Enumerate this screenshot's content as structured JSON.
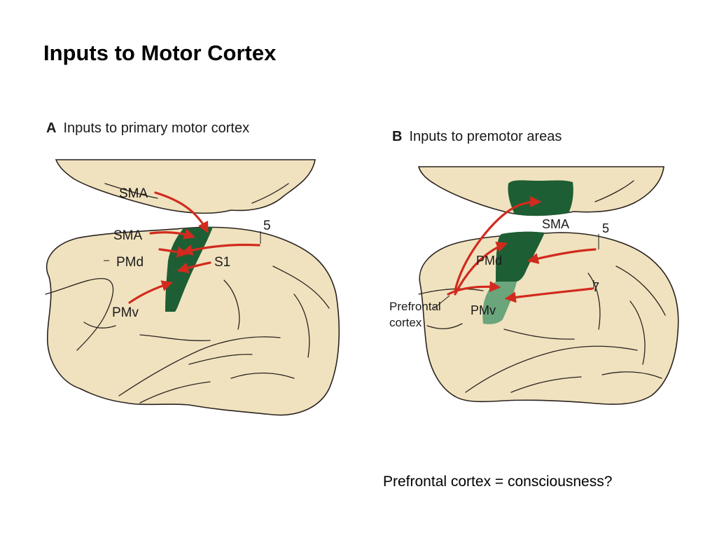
{
  "title": "Inputs to Motor Cortex",
  "caption": "Prefrontal cortex = consciousness?",
  "colors": {
    "brain": "#f0e2be",
    "motor_dark_green": "#1e5e34",
    "premotor_light_green": "#6aa57c",
    "arrow_red": "#d22a1e"
  },
  "panel_a": {
    "letter": "A",
    "heading": "Inputs to primary motor cortex",
    "labels": {
      "sma_top": "SMA",
      "sma": "SMA",
      "pmd": "PMd",
      "pmv": "PMv",
      "s1": "S1",
      "area5": "5"
    }
  },
  "panel_b": {
    "letter": "B",
    "heading": "Inputs to premotor areas",
    "labels": {
      "sma": "SMA",
      "area5": "5",
      "pmd": "PMd",
      "area7": "7",
      "pmv": "PMv",
      "prefrontal_line1": "Prefrontal",
      "prefrontal_line2": "cortex"
    }
  }
}
